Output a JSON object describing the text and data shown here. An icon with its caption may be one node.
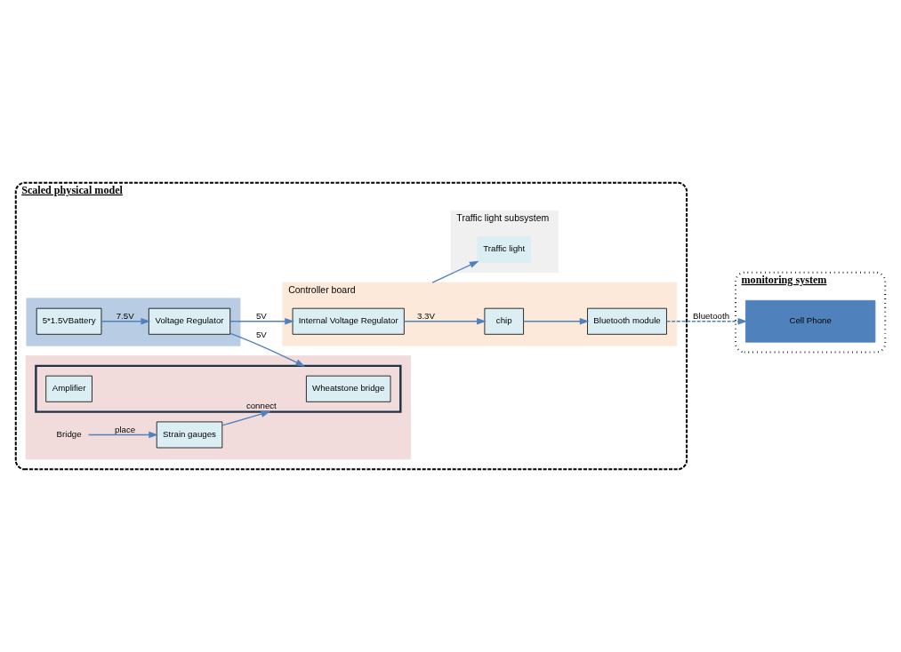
{
  "diagram": {
    "nodes": [
      {
        "text": [
          "Scaled physical model"
        ]
      },
      {
        "text": [],
        "shape": "box",
        "in": 0
      },
      {
        "text": [
          "5*1.5VBattery"
        ],
        "in": 1
      },
      {
        "text": [
          "Voltage Regulator"
        ],
        "in": 1
      },
      {
        "text": [],
        "shape": "box",
        "in": 0
      },
      {
        "text": [
          "Bridge"
        ],
        "in": 4
      },
      {
        "text": [
          "Strain gauges"
        ],
        "in": 4
      },
      {
        "text": [],
        "shape": "box",
        "in": 4
      },
      {
        "text": [
          "Wheatstone bridge"
        ],
        "in": 7
      },
      {
        "text": [
          "Amplifier"
        ],
        "in": 7
      },
      {
        "text": [
          "Traffic light subsystem"
        ],
        "in": 0
      },
      {
        "text": [
          "Traffic light"
        ],
        "in": 10
      },
      {
        "text": [
          "Controller board"
        ],
        "in": 0
      },
      {
        "text": [
          "Internal Voltage Regulator"
        ],
        "in": 12
      },
      {
        "text": [
          "chip"
        ],
        "in": 12
      },
      {
        "text": [
          "Bluetooth module"
        ],
        "in": 12
      },
      {
        "text": [
          "monitoring system"
        ]
      },
      {
        "text": [
          "Cell Phone"
        ],
        "in": 16
      }
    ],
    "edges": [
      {
        "from": 2,
        "to": 3,
        "arrow": "to",
        "label": "7.5V"
      },
      {
        "from": 3,
        "to": 7,
        "arrow": "to",
        "label": "5V"
      },
      {
        "from": 3,
        "to": 13,
        "arrow": "to",
        "label": "5V"
      },
      {
        "from": 5,
        "to": 6,
        "arrow": "to",
        "label": "place"
      },
      {
        "from": 6,
        "to": 7,
        "arrow": "to",
        "label": "connect"
      },
      {
        "from": 13,
        "to": 14,
        "arrow": "to",
        "label": "3.3V"
      },
      {
        "from": 14,
        "to": 15,
        "arrow": "to"
      },
      {
        "from": 12,
        "to": 11,
        "arrow": "to"
      },
      {
        "from": 15,
        "to": 17,
        "arrow": "to",
        "label": "Bluetooth",
        "style": "dashed"
      }
    ]
  }
}
